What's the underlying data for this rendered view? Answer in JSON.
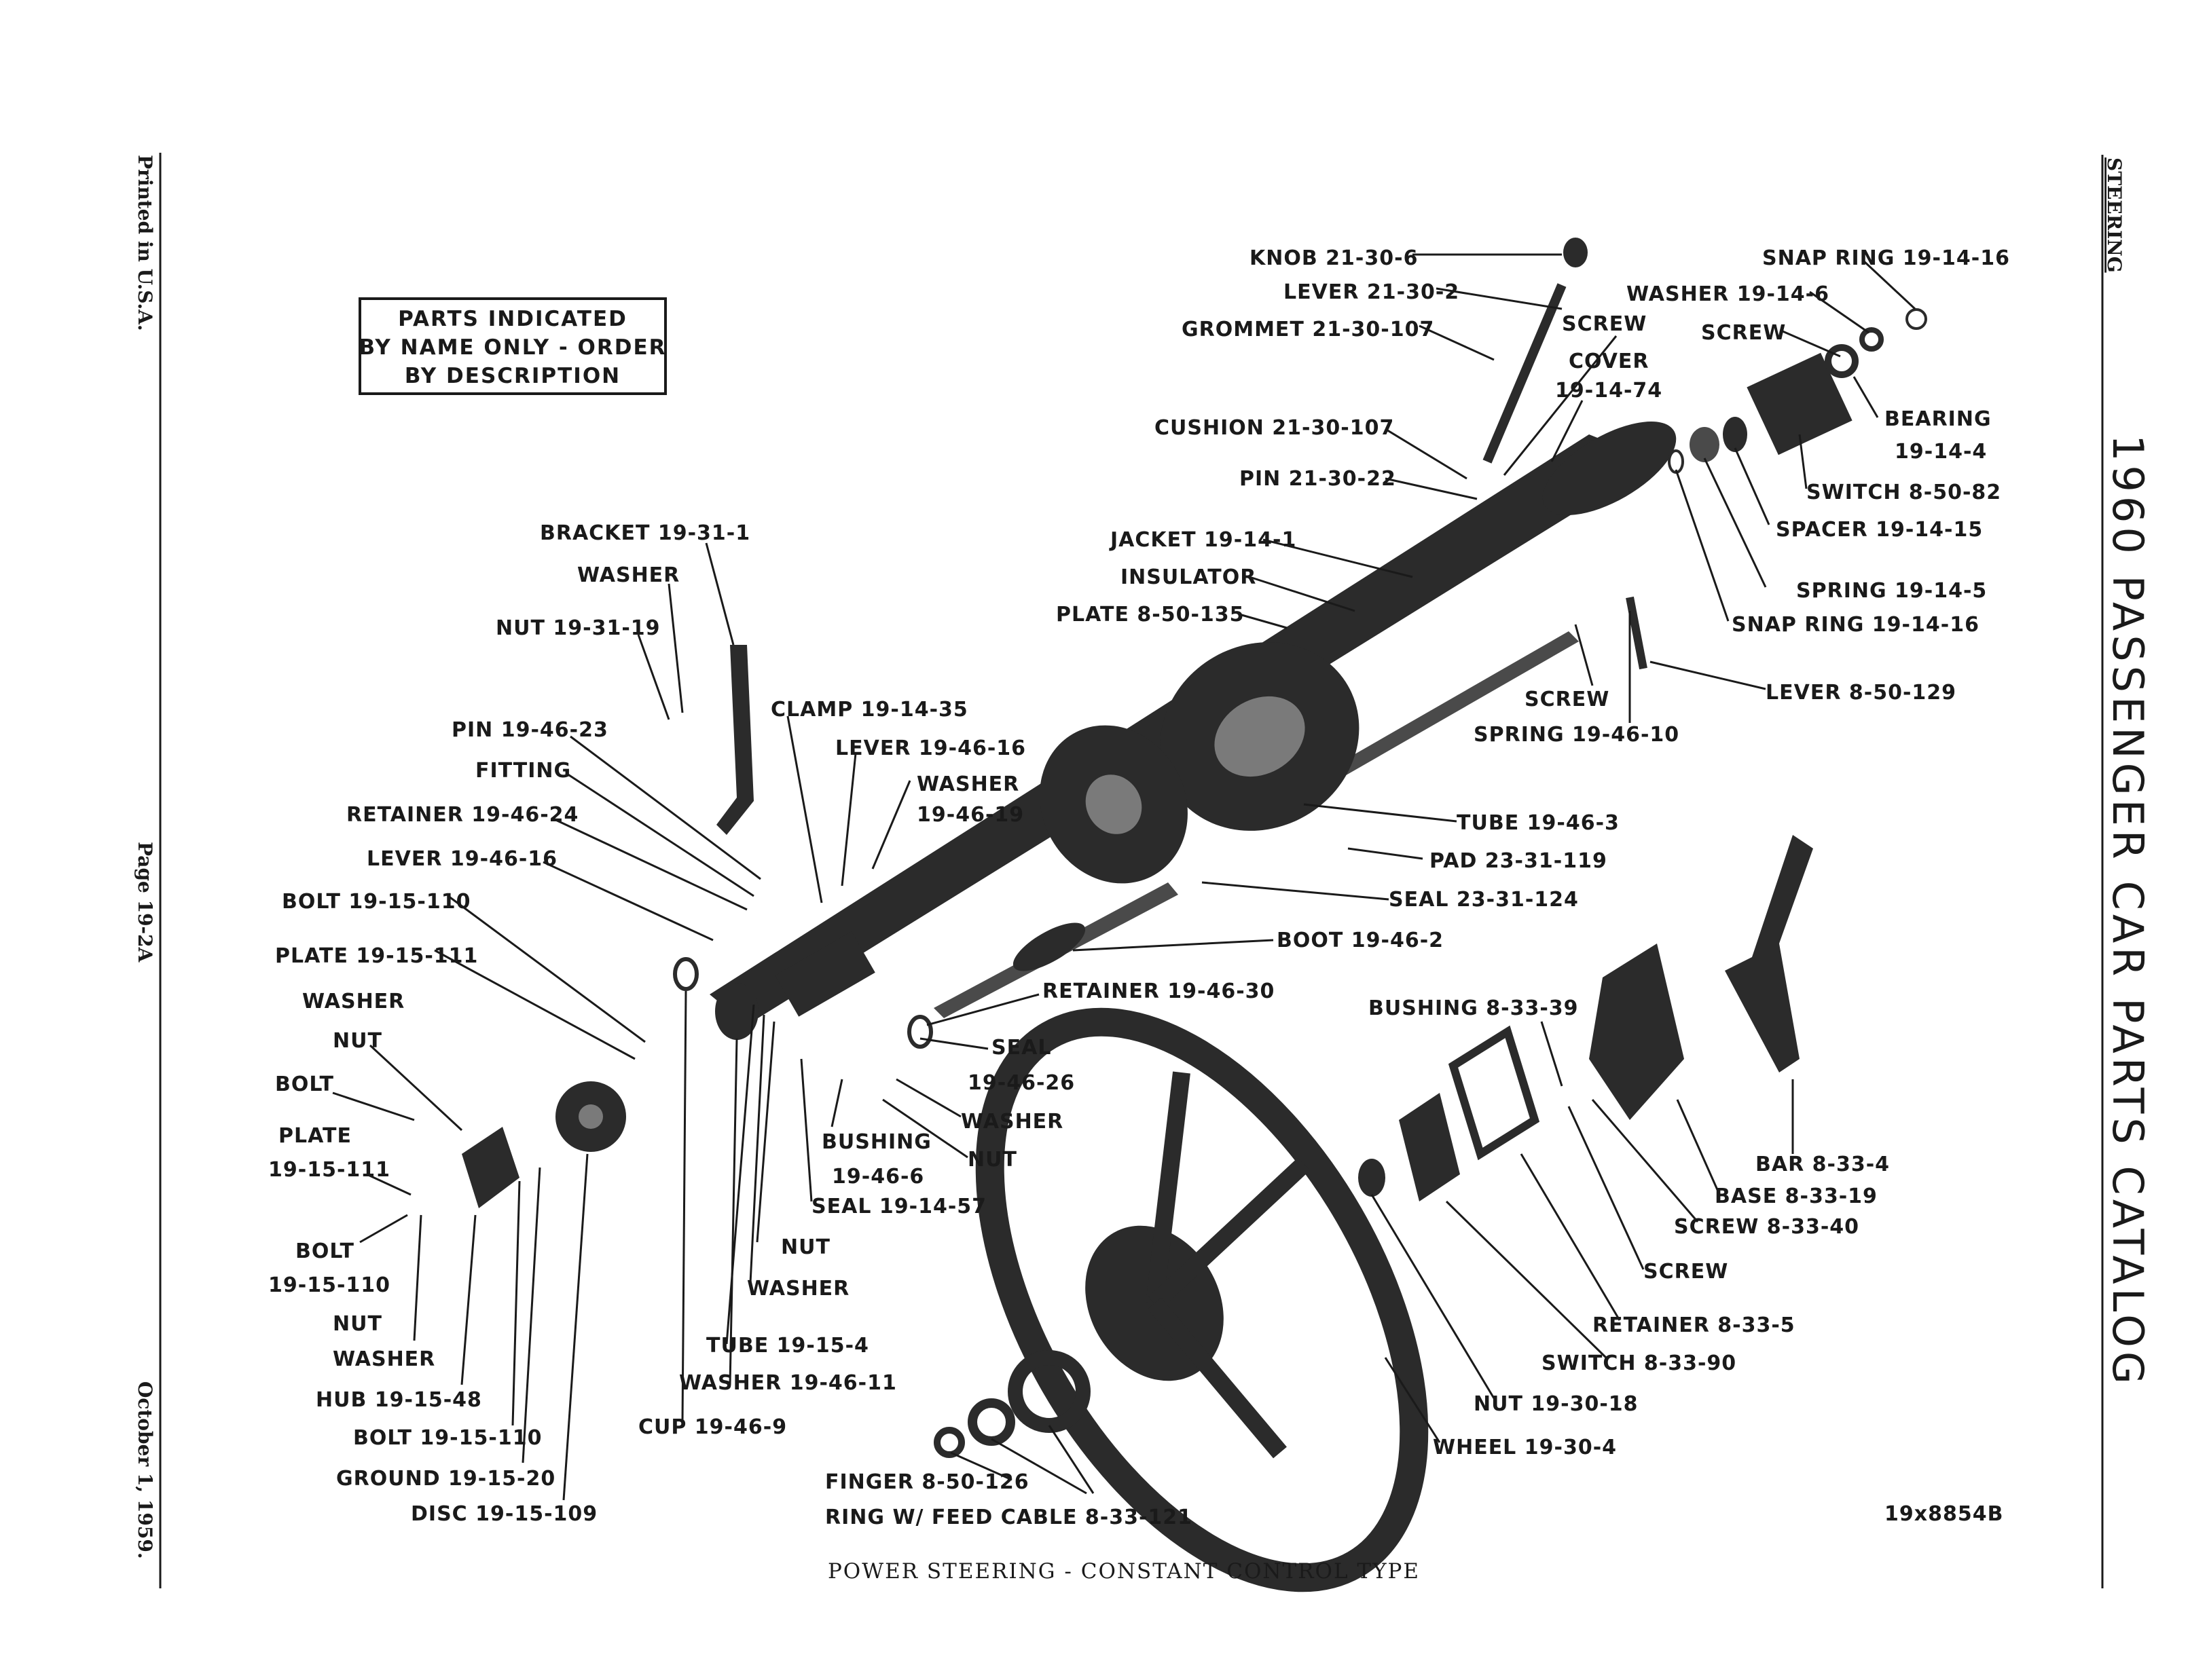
{
  "margin": {
    "printed": "Printed in U.S.A.",
    "page": "Page 19-2A",
    "date": "October 1, 1959.",
    "section": "STEERING",
    "catalog_title": "1960 PASSENGER CAR PARTS CATALOG"
  },
  "notice": {
    "line1": "PARTS INDICATED",
    "line2": "BY NAME ONLY - ORDER",
    "line3": "BY DESCRIPTION"
  },
  "figure_number": "19x8854B",
  "caption": "POWER STEERING - CONSTANT CONTROL TYPE",
  "labels": {
    "knob": "KNOB 21-30-6",
    "lever_21_30_2": "LEVER 21-30-2",
    "grommet": "GROMMET 21-30-107",
    "screw_top": "SCREW",
    "cover_1": "COVER",
    "cover_2": "19-14-74",
    "cushion": "CUSHION 21-30-107",
    "pin_21_30_22": "PIN 21-30-22",
    "snap_ring_top": "SNAP RING 19-14-16",
    "washer_19_14_6": "WASHER 19-14-6",
    "screw_right": "SCREW",
    "bearing_1": "BEARING",
    "bearing_2": "19-14-4",
    "switch_8_50_82": "SWITCH 8-50-82",
    "spacer": "SPACER 19-14-15",
    "spring_19_14_5": "SPRING 19-14-5",
    "snap_ring_2": "SNAP RING 19-14-16",
    "lever_8_50_129": "LEVER 8-50-129",
    "bracket": "BRACKET 19-31-1",
    "washer_a": "WASHER",
    "nut_19_31_19": "NUT 19-31-19",
    "jacket": "JACKET 19-14-1",
    "insulator": "INSULATOR",
    "plate_8_50_135": "PLATE 8-50-135",
    "screw_mid": "SCREW",
    "spring_19_46_10": "SPRING 19-46-10",
    "pin_19_46_23": "PIN 19-46-23",
    "fitting": "FITTING",
    "retainer_19_46_24": "RETAINER 19-46-24",
    "lever_19_46_16_left": "LEVER 19-46-16",
    "clamp": "CLAMP 19-14-35",
    "lever_19_46_16_right": "LEVER 19-46-16",
    "washer_19_46_19_a": "WASHER",
    "washer_19_46_19_b": "19-46-19",
    "tube_19_46_3": "TUBE 19-46-3",
    "pad": "PAD 23-31-119",
    "seal_23_31_124": "SEAL 23-31-124",
    "boot": "BOOT 19-46-2",
    "bolt_19_15_110_a": "BOLT 19-15-110",
    "plate_19_15_111": "PLATE 19-15-111",
    "washer_b": "WASHER",
    "nut_a": "NUT",
    "bolt_a": "BOLT",
    "plate_b1": "PLATE",
    "plate_b2": "19-15-111",
    "bolt_b1": "BOLT",
    "bolt_b2": "19-15-110",
    "nut_b": "NUT",
    "washer_c": "WASHER",
    "hub": "HUB 19-15-48",
    "bolt_19_15_110_c": "BOLT 19-15-110",
    "ground": "GROUND 19-15-20",
    "disc": "DISC 19-15-109",
    "retainer_19_46_30": "RETAINER 19-46-30",
    "seal_19_46_26_a": "SEAL",
    "seal_19_46_26_b": "19-46-26",
    "washer_d": "WASHER",
    "nut_c": "NUT",
    "bushing_19_46_6_a": "BUSHING",
    "bushing_19_46_6_b": "19-46-6",
    "seal_19_14_57": "SEAL 19-14-57",
    "nut_d": "NUT",
    "washer_e": "WASHER",
    "tube_19_15_4": "TUBE 19-15-4",
    "washer_19_46_11": "WASHER 19-46-11",
    "cup": "CUP 19-46-9",
    "bushing_8_33_39": "BUSHING 8-33-39",
    "bar": "BAR 8-33-4",
    "base": "BASE 8-33-19",
    "screw_8_33_40": "SCREW 8-33-40",
    "screw_low": "SCREW",
    "retainer_8_33_5": "RETAINER 8-33-5",
    "switch_8_33_90": "SWITCH 8-33-90",
    "nut_19_30_18": "NUT 19-30-18",
    "wheel": "WHEEL 19-30-4",
    "finger": "FINGER 8-50-126",
    "ring": "RING W/ FEED CABLE 8-33-121"
  }
}
